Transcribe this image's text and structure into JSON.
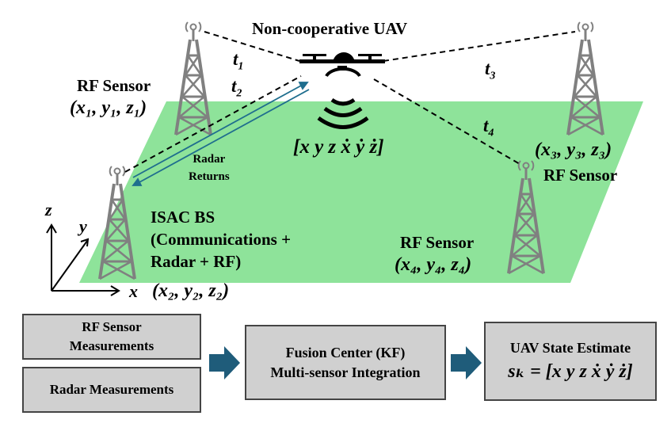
{
  "uav": {
    "title": "Non-cooperative UAV",
    "state": "[x y z ẋ ẏ ż]"
  },
  "radar_returns": {
    "line1": "Radar",
    "line2": "Returns"
  },
  "timing": {
    "t1": "t",
    "t1_sub": "1",
    "t2": "t",
    "t2_sub": "2",
    "t3": "t",
    "t3_sub": "3",
    "t4": "t",
    "t4_sub": "4"
  },
  "sensors": {
    "s1": {
      "name": "RF Sensor",
      "coords": "(x₁, y₁, z₁)"
    },
    "s3": {
      "name": "RF Sensor",
      "coords": "(x₃, y₃, z₃)"
    },
    "s4": {
      "name": "RF Sensor",
      "coords": "(x₄, y₄, z₄)"
    },
    "bs": {
      "line1": "ISAC BS",
      "line2": "(Communications +",
      "line3": "Radar + RF)",
      "coords": "(x₂, y₂, z₂)"
    }
  },
  "axes": {
    "x": "x",
    "y": "y",
    "z": "z"
  },
  "pipeline": {
    "rf_measurements": {
      "line1": "RF Sensor",
      "line2": "Measurements"
    },
    "radar_measurements": "Radar Measurements",
    "fusion": {
      "line1": "Fusion Center (KF)",
      "line2": "Multi-sensor Integration"
    },
    "estimate": {
      "line1": "UAV State Estimate",
      "line2": "sₖ = [x y z ẋ ẏ ż]"
    }
  },
  "colors": {
    "plane": "#8ee39a",
    "box_fill": "#d0d0d0",
    "arrow": "#1f5c7a",
    "radar_line": "#1f6e8e"
  }
}
